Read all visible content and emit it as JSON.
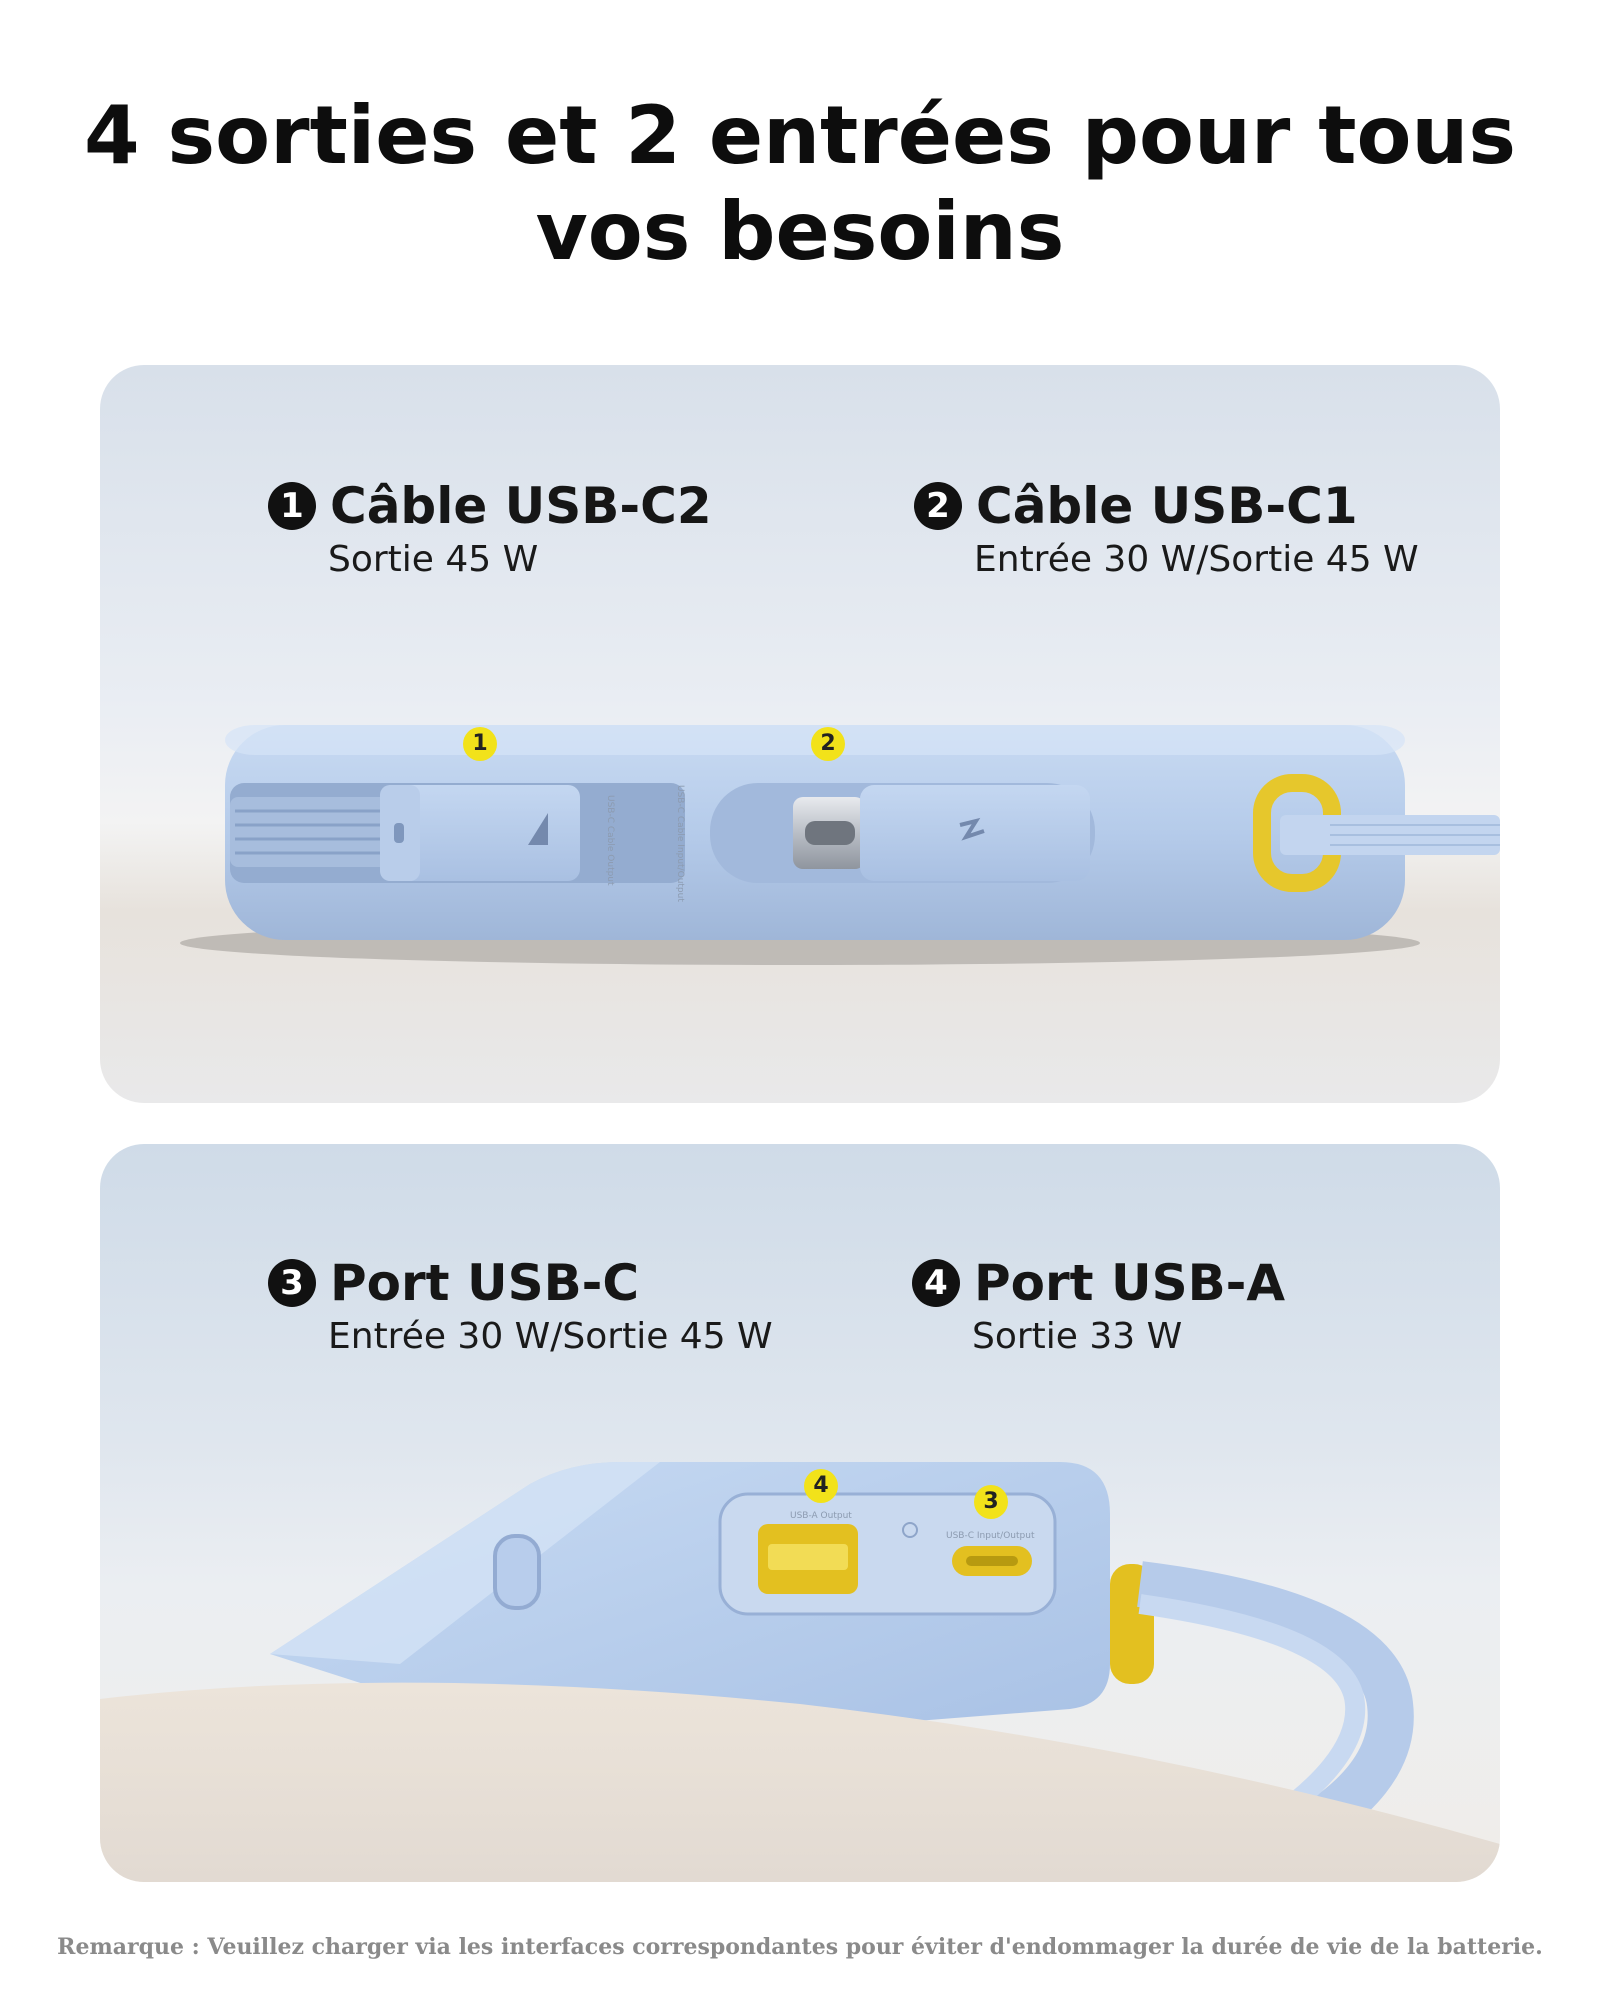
{
  "title": "4 sorties et 2 entrées pour tous vos besoins",
  "panels": [
    {
      "callouts": [
        {
          "number": "1",
          "name": "Câble USB-C2",
          "spec": "Sortie 45 W"
        },
        {
          "number": "2",
          "name": "Câble USB-C1",
          "spec": "Entrée 30 W/Sortie 45 W"
        }
      ],
      "markers": [
        "1",
        "2"
      ],
      "labels": [
        "USB-C Cable Output",
        "USB-C Cable Input/Output"
      ]
    },
    {
      "callouts": [
        {
          "number": "3",
          "name": "Port USB-C",
          "spec": "Entrée 30 W/Sortie 45 W"
        },
        {
          "number": "4",
          "name": "Port USB-A",
          "spec": "Sortie 33 W"
        }
      ],
      "markers": [
        "4",
        "3"
      ],
      "labels": [
        "USB-A Output",
        "USB-C Input/Output"
      ]
    }
  ],
  "note": "Remarque : Veuillez charger via les interfaces correspondantes pour éviter d'endommager la durée de vie de la batterie.",
  "colors": {
    "accent_yellow": "#f2e21a",
    "device_blue": "#b7cdec",
    "text_dark": "#111111"
  }
}
